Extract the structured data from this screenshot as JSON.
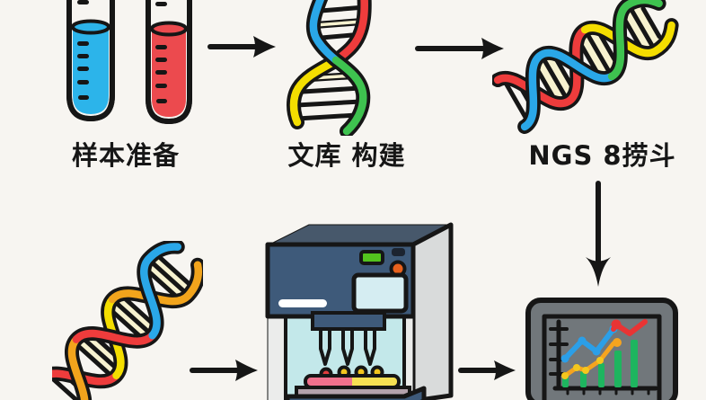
{
  "labels": {
    "step1": "样本准备",
    "step2": "文库 构建",
    "step3": "NGS 8捞斗"
  },
  "palette": {
    "background": "#f7f5f1",
    "outline": "#161616",
    "tube_blue": "#2cb4ea",
    "tube_red": "#ec4a4e",
    "dna_blue": "#2aa7e8",
    "dna_red": "#ee3c3c",
    "dna_green": "#3ec24f",
    "dna_yellow": "#f4de00",
    "dna_orange": "#f2a41c",
    "rung_fill": "#f7f2cf",
    "machine_navy": "#3e5a7a",
    "machine_top": "#47586b",
    "machine_side": "#d9dbdb",
    "machine_wall": "#ebeceb",
    "chamber_cyan": "#c3e8ea",
    "led_green": "#53c31e",
    "button_orange": "#e8611d",
    "indicator_black": "#1c2430",
    "screen_cyan": "#d5edf2",
    "tray_pink": "#f0708c",
    "tray_yellow": "#f6e052",
    "dot_red": "#e23c3c",
    "dot_yellow": "#f2c51e",
    "platform_mauve": "#b3a2ac",
    "monitor_frame": "#71777b",
    "chart_green": "#1eb55f",
    "chart_blue": "#2b9fe8",
    "chart_orange": "#f5a41f",
    "chart_yellow": "#f4c71d",
    "chart_red": "#e93434"
  },
  "icons": [
    "test-tube-blue",
    "test-tube-red",
    "dna-helix-vertical",
    "dna-helix-horizontal",
    "dna-helix-diagonal",
    "sequencer-machine",
    "monitor-chart",
    "arrow-right",
    "arrow-down"
  ],
  "monitor_chart": {
    "type": "line+bar",
    "series": [
      {
        "name": "green-bars",
        "type": "bar",
        "relative_values": [
          2,
          3,
          4.5,
          6.5,
          8
        ]
      },
      {
        "name": "blue-line",
        "type": "line",
        "relative_values": [
          5,
          8,
          6,
          10
        ]
      },
      {
        "name": "orange-line",
        "type": "line",
        "relative_values": [
          2,
          3.5,
          3,
          5,
          7.5,
          7.7
        ]
      },
      {
        "name": "red-line",
        "type": "line",
        "relative_values": [
          10.5,
          9,
          11
        ]
      }
    ],
    "tick_labels": "none"
  }
}
